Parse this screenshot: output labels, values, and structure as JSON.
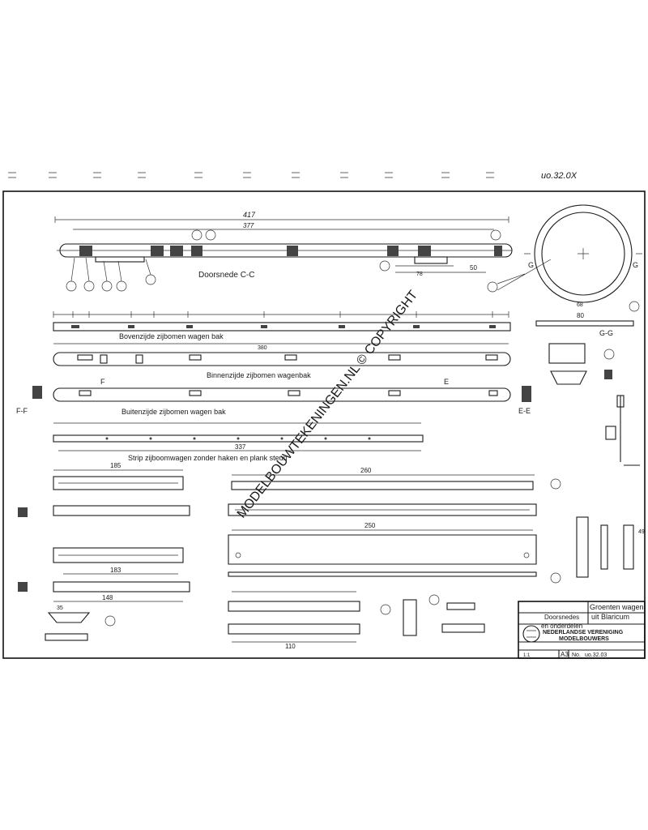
{
  "sheet_number": "uo.32.0X",
  "views": {
    "section_cc": "Doorsnede C-C",
    "top_side": "Bovenzijde zijbomen wagen bak",
    "inner_side": "Binnenzijde zijbomen wagenbak",
    "outer_side": "Buitenzijde zijbomen wagen bak",
    "strip": "Strip zijboomwagen zonder haken en plank steun",
    "section_gg": "G-G",
    "section_ff": "F-F",
    "section_ee": "E-E"
  },
  "dimensions": {
    "d417": "417",
    "d377": "377",
    "d50": "50",
    "d78": "78",
    "d80": "80",
    "d68": "68",
    "d380": "380",
    "d337": "337",
    "d185": "185",
    "d260": "260",
    "d250": "250",
    "d183": "183",
    "d110": "110",
    "d148": "148",
    "d35": "35",
    "d49": "49"
  },
  "watermark": "MODELBOUWTEKENINGEN.NL © COPYRIGHT",
  "title_block": {
    "title_line1": "Groenten wagen",
    "title_line2": "uit Blaricum",
    "subtitle_line1": "Doorsnedes",
    "subtitle_line2": "en onderdelen",
    "org_line1": "NEDERLANDSE VERENIGING",
    "org_line2": "MODELBOUWERS",
    "sheet_size": "A3",
    "number_label": "No.",
    "number": "uo.32.03",
    "scale": "1:1"
  }
}
